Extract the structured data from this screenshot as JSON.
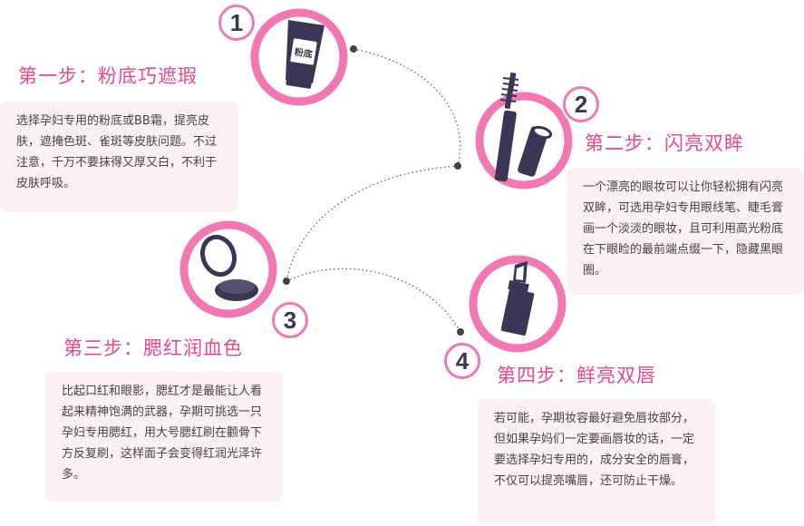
{
  "colors": {
    "accent": "#e8468e",
    "ring": "#f178b2",
    "icon": "#3d3556",
    "box_bg": "#fdf0f4"
  },
  "steps": [
    {
      "number": "1",
      "title": "第一步：粉底巧遮瑕",
      "text": "选择孕妇专用的粉底或BB霜，提亮皮肤，遮掩色斑、雀斑等皮肤问题。不过注意，千万不要抹得又厚又白，不利于皮肤呼吸。",
      "icon": "foundation-tube-icon",
      "icon_label": "粉底"
    },
    {
      "number": "2",
      "title": "第二步：闪亮双眸",
      "text": "一个漂亮的眼妆可以让你轻松拥有闪亮双眸，可选用孕妇专用眼线笔、睫毛膏画一个淡淡的眼妆，且可利用高光粉底在下眼睑的最前端点缀一下，隐藏黑眼圈。",
      "icon": "mascara-icon"
    },
    {
      "number": "3",
      "title": "第三步：腮红润血色",
      "text": "比起口红和眼影，腮红才是最能让人看起来精神饱满的武器，孕期可挑选一只孕妇专用腮红，用大号腮红刷在颧骨下方反复刷，这样面子会变得红润光泽许多。",
      "icon": "compact-mirror-icon"
    },
    {
      "number": "4",
      "title": "第四步：鲜亮双唇",
      "text": "若可能，孕期妆容最好避免唇妆部分，但如果孕妈们一定要画唇妆的话，一定要选择孕妇专用的，成分安全的唇膏，不仅可以提亮嘴唇，还可防止干燥。",
      "icon": "lipstick-icon"
    }
  ]
}
